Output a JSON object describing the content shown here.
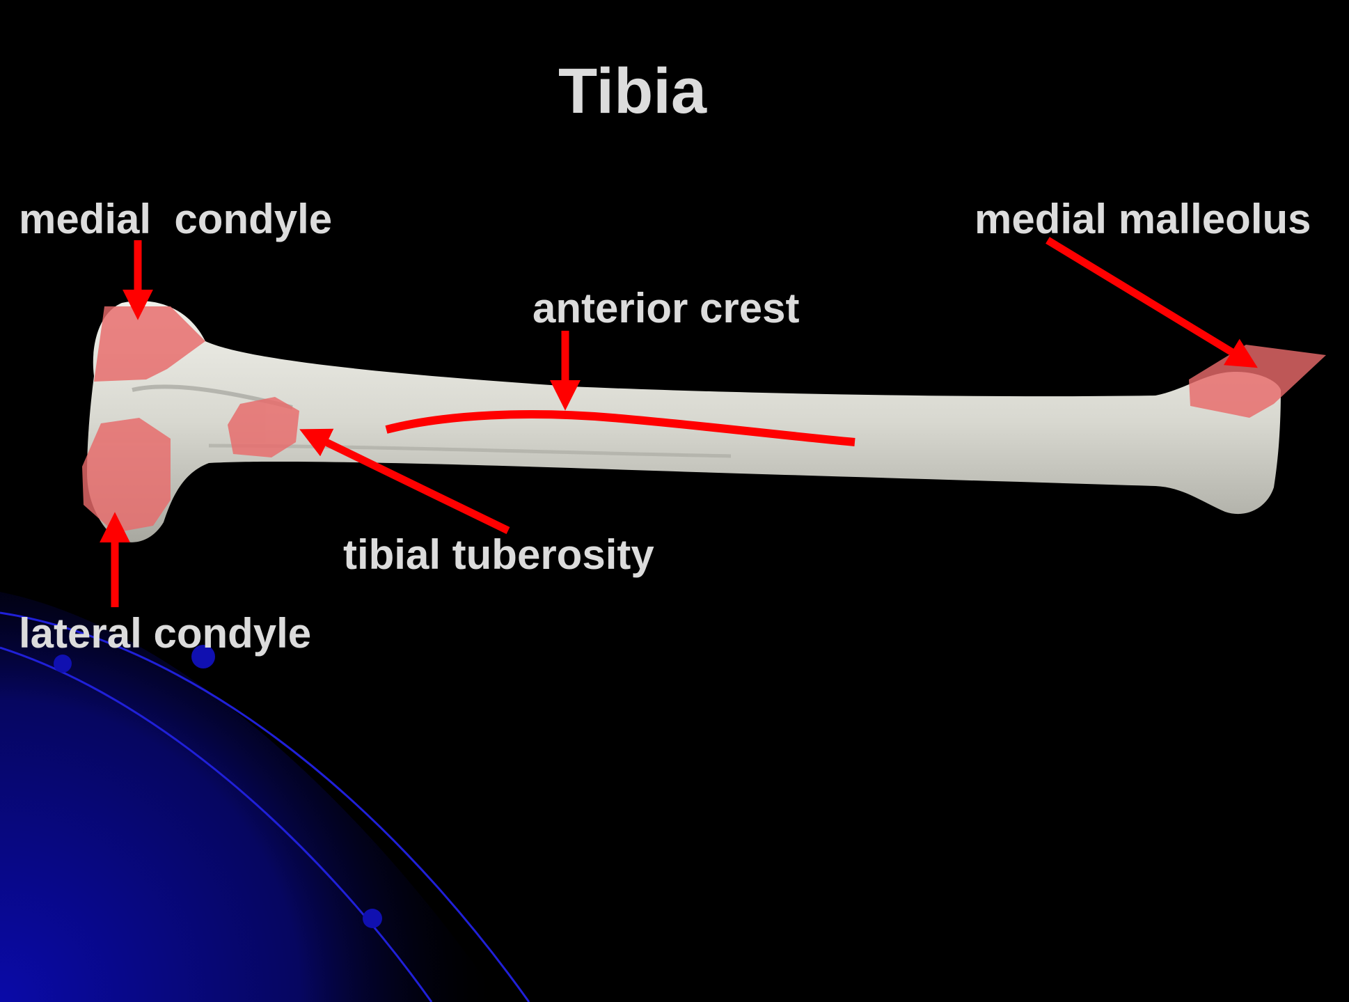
{
  "title": "Tibia",
  "labels": {
    "medial_condyle": "medial  condyle",
    "medial_malleolus": "medial malleolus",
    "anterior_crest": "anterior crest",
    "tibial_tuberosity": "tibial tuberosity",
    "lateral_condyle": "lateral condyle"
  },
  "colors": {
    "background": "#000000",
    "text": "#dcdcdc",
    "arrow": "#ff0000",
    "highlight": "#e86a6a",
    "bone": "#dcdcd4",
    "deco_blue": "#1010c0"
  }
}
